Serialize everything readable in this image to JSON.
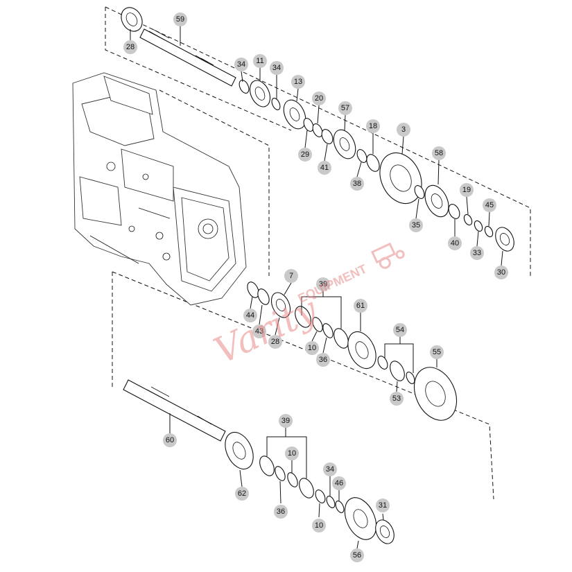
{
  "diagram": {
    "callouts": {
      "c28a": "28",
      "c59": "59",
      "c34a": "34",
      "c11": "11",
      "c34b": "34",
      "c13": "13",
      "c20": "20",
      "c57": "57",
      "c18": "18",
      "c3": "3",
      "c29": "29",
      "c41": "41",
      "c38": "38",
      "c58": "58",
      "c19": "19",
      "c45": "45",
      "c35": "35",
      "c40": "40",
      "c33": "33",
      "c30": "30",
      "c7": "7",
      "c39a": "39",
      "c61": "61",
      "c44": "44",
      "c43": "43",
      "c28b": "28",
      "c10a": "10",
      "c36a": "36",
      "c54": "54",
      "c55": "55",
      "c53": "53",
      "c60": "60",
      "c39b": "39",
      "c10b": "10",
      "c34c": "34",
      "c46": "46",
      "c62": "62",
      "c36b": "36",
      "c10c": "10",
      "c31": "31",
      "c56": "56"
    }
  },
  "watermark": {
    "text": "Varity",
    "subtext": "EQUIPMENT"
  },
  "colors": {
    "bubble": "#c9c9c9",
    "line": "#111111",
    "watermark": "#e88a8a"
  }
}
